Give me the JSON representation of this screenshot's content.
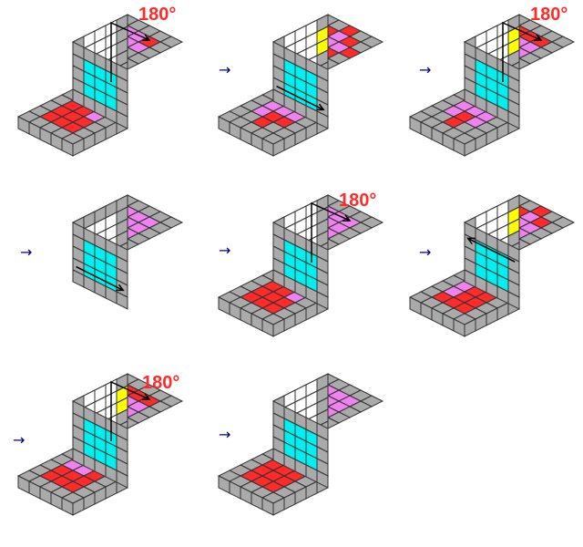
{
  "sequence_arrow": "→",
  "colors": {
    "grey": "#aaaaaa",
    "red": "#ff2a2a",
    "pink": "#ee82ee",
    "cyan": "#00f0f0",
    "white": "#ffffff",
    "yellow": "#ffff00",
    "grid_line": "#333333",
    "annotation": "#ff2a2a",
    "arrow": "#000080"
  },
  "steps": [
    {
      "name": "step-1",
      "label": "180°",
      "slab": true,
      "top": [
        "GGGGG",
        "GPPRG",
        "GPPPG",
        "GGGGG",
        "GGGGG"
      ],
      "front": [
        "GWWWG",
        "GWWWG",
        "GWWWG",
        "GWWWG",
        "GGGGG"
      ],
      "right": [
        "GGGGG",
        "GCCCG",
        "GCCCG",
        "GCCCG",
        "GGGGG"
      ],
      "slab_top": [
        "GGGGG",
        "GRRPG",
        "GRRRG",
        "GRRRG",
        "GGGGG"
      ],
      "turn_arrow": "vertical-up"
    },
    {
      "name": "step-2",
      "label": "",
      "slab": true,
      "top": [
        "GGRGG",
        "GRPRG",
        "RPPPR",
        "GRPRG",
        "GGRGG"
      ],
      "front": [
        "GWWWG",
        "YWWWG",
        "YWWWG",
        "GWWWG",
        "GGGGG"
      ],
      "right": [
        "GGGGG",
        "GCCCG",
        "GCCCG",
        "GCCCG",
        "GGGGG"
      ],
      "slab_top": [
        "GGGGG",
        "GPPPG",
        "GPRRG",
        "GGRGG",
        "GGGGG"
      ],
      "turn_arrow": "horizontal-right"
    },
    {
      "name": "step-3",
      "label": "180°",
      "slab": true,
      "top": [
        "GGGGG",
        "GRRRG",
        "GPPPG",
        "GPPPG",
        "GGGGG"
      ],
      "front": [
        "GWWWG",
        "YWWWG",
        "YWWWG",
        "GWWWG",
        "GGGGG"
      ],
      "right": [
        "GGGGG",
        "GCCCG",
        "GCCCG",
        "GCCCG",
        "GGGGG"
      ],
      "slab_top": [
        "GGGGG",
        "GPPPG",
        "GPRPG",
        "GGRGG",
        "GGGGG"
      ],
      "turn_arrow": "vertical-up"
    },
    {
      "name": "step-4",
      "label": "",
      "slab": false,
      "top": [
        "GGGGG",
        "GPPPG",
        "GPPPG",
        "GRPPG",
        "GGGGG"
      ],
      "front": [
        "GGGGG",
        "GWWWG",
        "GWWWG",
        "GWWWG",
        "GGGGG"
      ],
      "right": [
        "GGGGG",
        "GCCCG",
        "GCCCG",
        "GCCCG",
        "GGGGG"
      ],
      "slab_top": [],
      "turn_arrow": "horizontal-right"
    },
    {
      "name": "step-5",
      "label": "180°",
      "slab": true,
      "top": [
        "GGGGG",
        "GPPPG",
        "GPPPG",
        "GRRPG",
        "GGGGG"
      ],
      "front": [
        "GWWWG",
        "GWWWG",
        "GWWWG",
        "GWWWG",
        "GGGGG"
      ],
      "right": [
        "GGGGG",
        "GCCCG",
        "GCCCG",
        "GCCCG",
        "GGGGG"
      ],
      "slab_top": [
        "GGGGG",
        "GRRPG",
        "GRRRG",
        "GRRRG",
        "GGGGG"
      ],
      "turn_arrow": "vertical-up"
    },
    {
      "name": "step-6",
      "label": "",
      "slab": true,
      "top": [
        "GGRGG",
        "GRPRG",
        "GPPPG",
        "GPPPG",
        "GGGGG"
      ],
      "front": [
        "GWWWG",
        "YWWWG",
        "YWWWG",
        "GWWWG",
        "GGGGG"
      ],
      "right": [
        "GGGGG",
        "GCCCG",
        "GCCCG",
        "GCCCG",
        "GGGGG"
      ],
      "slab_top": [
        "GGGGG",
        "GPRRG",
        "GPRRG",
        "GRRRG",
        "GGGGG"
      ],
      "turn_arrow": "horizontal-left"
    },
    {
      "name": "step-7",
      "label": "180°",
      "slab": true,
      "top": [
        "GGGGG",
        "GRRRG",
        "GPPPG",
        "GPPPG",
        "GGGGG"
      ],
      "front": [
        "GWWWG",
        "YWWWG",
        "YWWWG",
        "GWWWG",
        "GGGGG"
      ],
      "right": [
        "GGGGG",
        "GCCCG",
        "GCCCG",
        "GCCCG",
        "GGGGG"
      ],
      "slab_top": [
        "GGGGG",
        "GPPRG",
        "GRRRG",
        "GRRRG",
        "GGGGG"
      ],
      "turn_arrow": "vertical-up"
    },
    {
      "name": "step-8",
      "label": "",
      "slab": true,
      "top": [
        "GGGGG",
        "GPPPG",
        "GPPPG",
        "GPPPG",
        "GGGGG"
      ],
      "front": [
        "GWWWG",
        "GWWWG",
        "GWWWG",
        "GWWWG",
        "GGGGG"
      ],
      "right": [
        "GGGGG",
        "GCCCG",
        "GCCCG",
        "GCCCG",
        "GGGGG"
      ],
      "slab_top": [
        "GGGGG",
        "GRRRG",
        "GRRRG",
        "GRRRG",
        "GGGGG"
      ],
      "turn_arrow": "none"
    }
  ]
}
